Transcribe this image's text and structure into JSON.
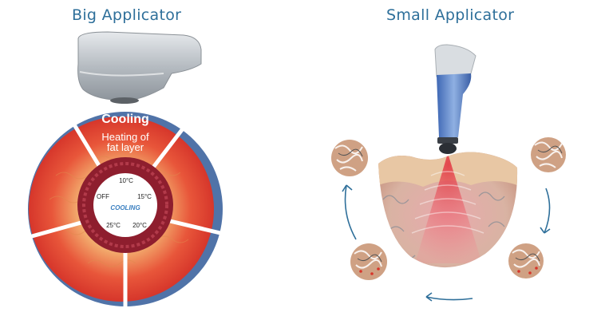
{
  "titles": {
    "big": "Big Applicator",
    "small": "Small Applicator"
  },
  "big_diagram": {
    "outer_label": "Cooling",
    "heating_label_line1": "Heating of",
    "heating_label_line2": "fat layer",
    "center_label": "COOLING",
    "settings": [
      "10°C",
      "15°C",
      "20°C",
      "25°C",
      "OFF"
    ]
  },
  "colors": {
    "title": "#2e6f9a",
    "cooling_blue": "#5073a8",
    "heat_red": "#d8352a",
    "fat": "#f1c47c",
    "inner_ring": "#8e1e2e",
    "center_text": "#3a7fc0"
  }
}
